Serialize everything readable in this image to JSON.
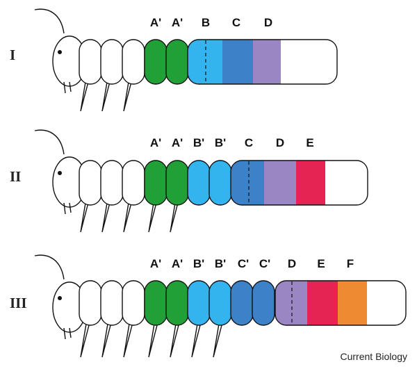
{
  "rows": [
    {
      "numeral": "I",
      "labels": [
        "A'",
        "A'",
        "B",
        "C",
        "D"
      ],
      "regions": [
        {
          "name": "A'",
          "color": "#22a038",
          "segments": 1
        },
        {
          "name": "A'",
          "color": "#22a038",
          "segments": 1
        },
        {
          "name": "B",
          "color": "#34b4ee",
          "width_units": 1.0
        },
        {
          "name": "C",
          "color": "#3c82c8",
          "width_units": 1.0
        },
        {
          "name": "D",
          "color": "#9a86c2",
          "width_units": 0.9
        }
      ]
    },
    {
      "numeral": "II",
      "labels": [
        "A'",
        "A'",
        "B'",
        "B'",
        "C",
        "D",
        "E"
      ],
      "regions": [
        {
          "name": "A'",
          "color": "#22a038",
          "segments": 1
        },
        {
          "name": "A'",
          "color": "#22a038",
          "segments": 1
        },
        {
          "name": "B'",
          "color": "#34b4ee",
          "segments": 1
        },
        {
          "name": "B'",
          "color": "#34b4ee",
          "segments": 1
        },
        {
          "name": "C",
          "color": "#3c82c8",
          "width_units": 1.1
        },
        {
          "name": "D",
          "color": "#9a86c2",
          "width_units": 1.0
        },
        {
          "name": "E",
          "color": "#e62454",
          "width_units": 0.9
        }
      ]
    },
    {
      "numeral": "III",
      "labels": [
        "A'",
        "A'",
        "B'",
        "B'",
        "C'",
        "C'",
        "D",
        "E",
        "F"
      ],
      "regions": [
        {
          "name": "A'",
          "color": "#22a038",
          "segments": 1
        },
        {
          "name": "A'",
          "color": "#22a038",
          "segments": 1
        },
        {
          "name": "B'",
          "color": "#34b4ee",
          "segments": 1
        },
        {
          "name": "B'",
          "color": "#34b4ee",
          "segments": 1
        },
        {
          "name": "C'",
          "color": "#3c82c8",
          "segments": 1
        },
        {
          "name": "C'",
          "color": "#3c82c8",
          "segments": 1
        },
        {
          "name": "D",
          "color": "#9a86c2",
          "width_units": 1.0
        },
        {
          "name": "E",
          "color": "#e62454",
          "width_units": 1.0
        },
        {
          "name": "F",
          "color": "#ee8a32",
          "width_units": 0.9
        }
      ]
    }
  ],
  "credit": "Current Biology"
}
